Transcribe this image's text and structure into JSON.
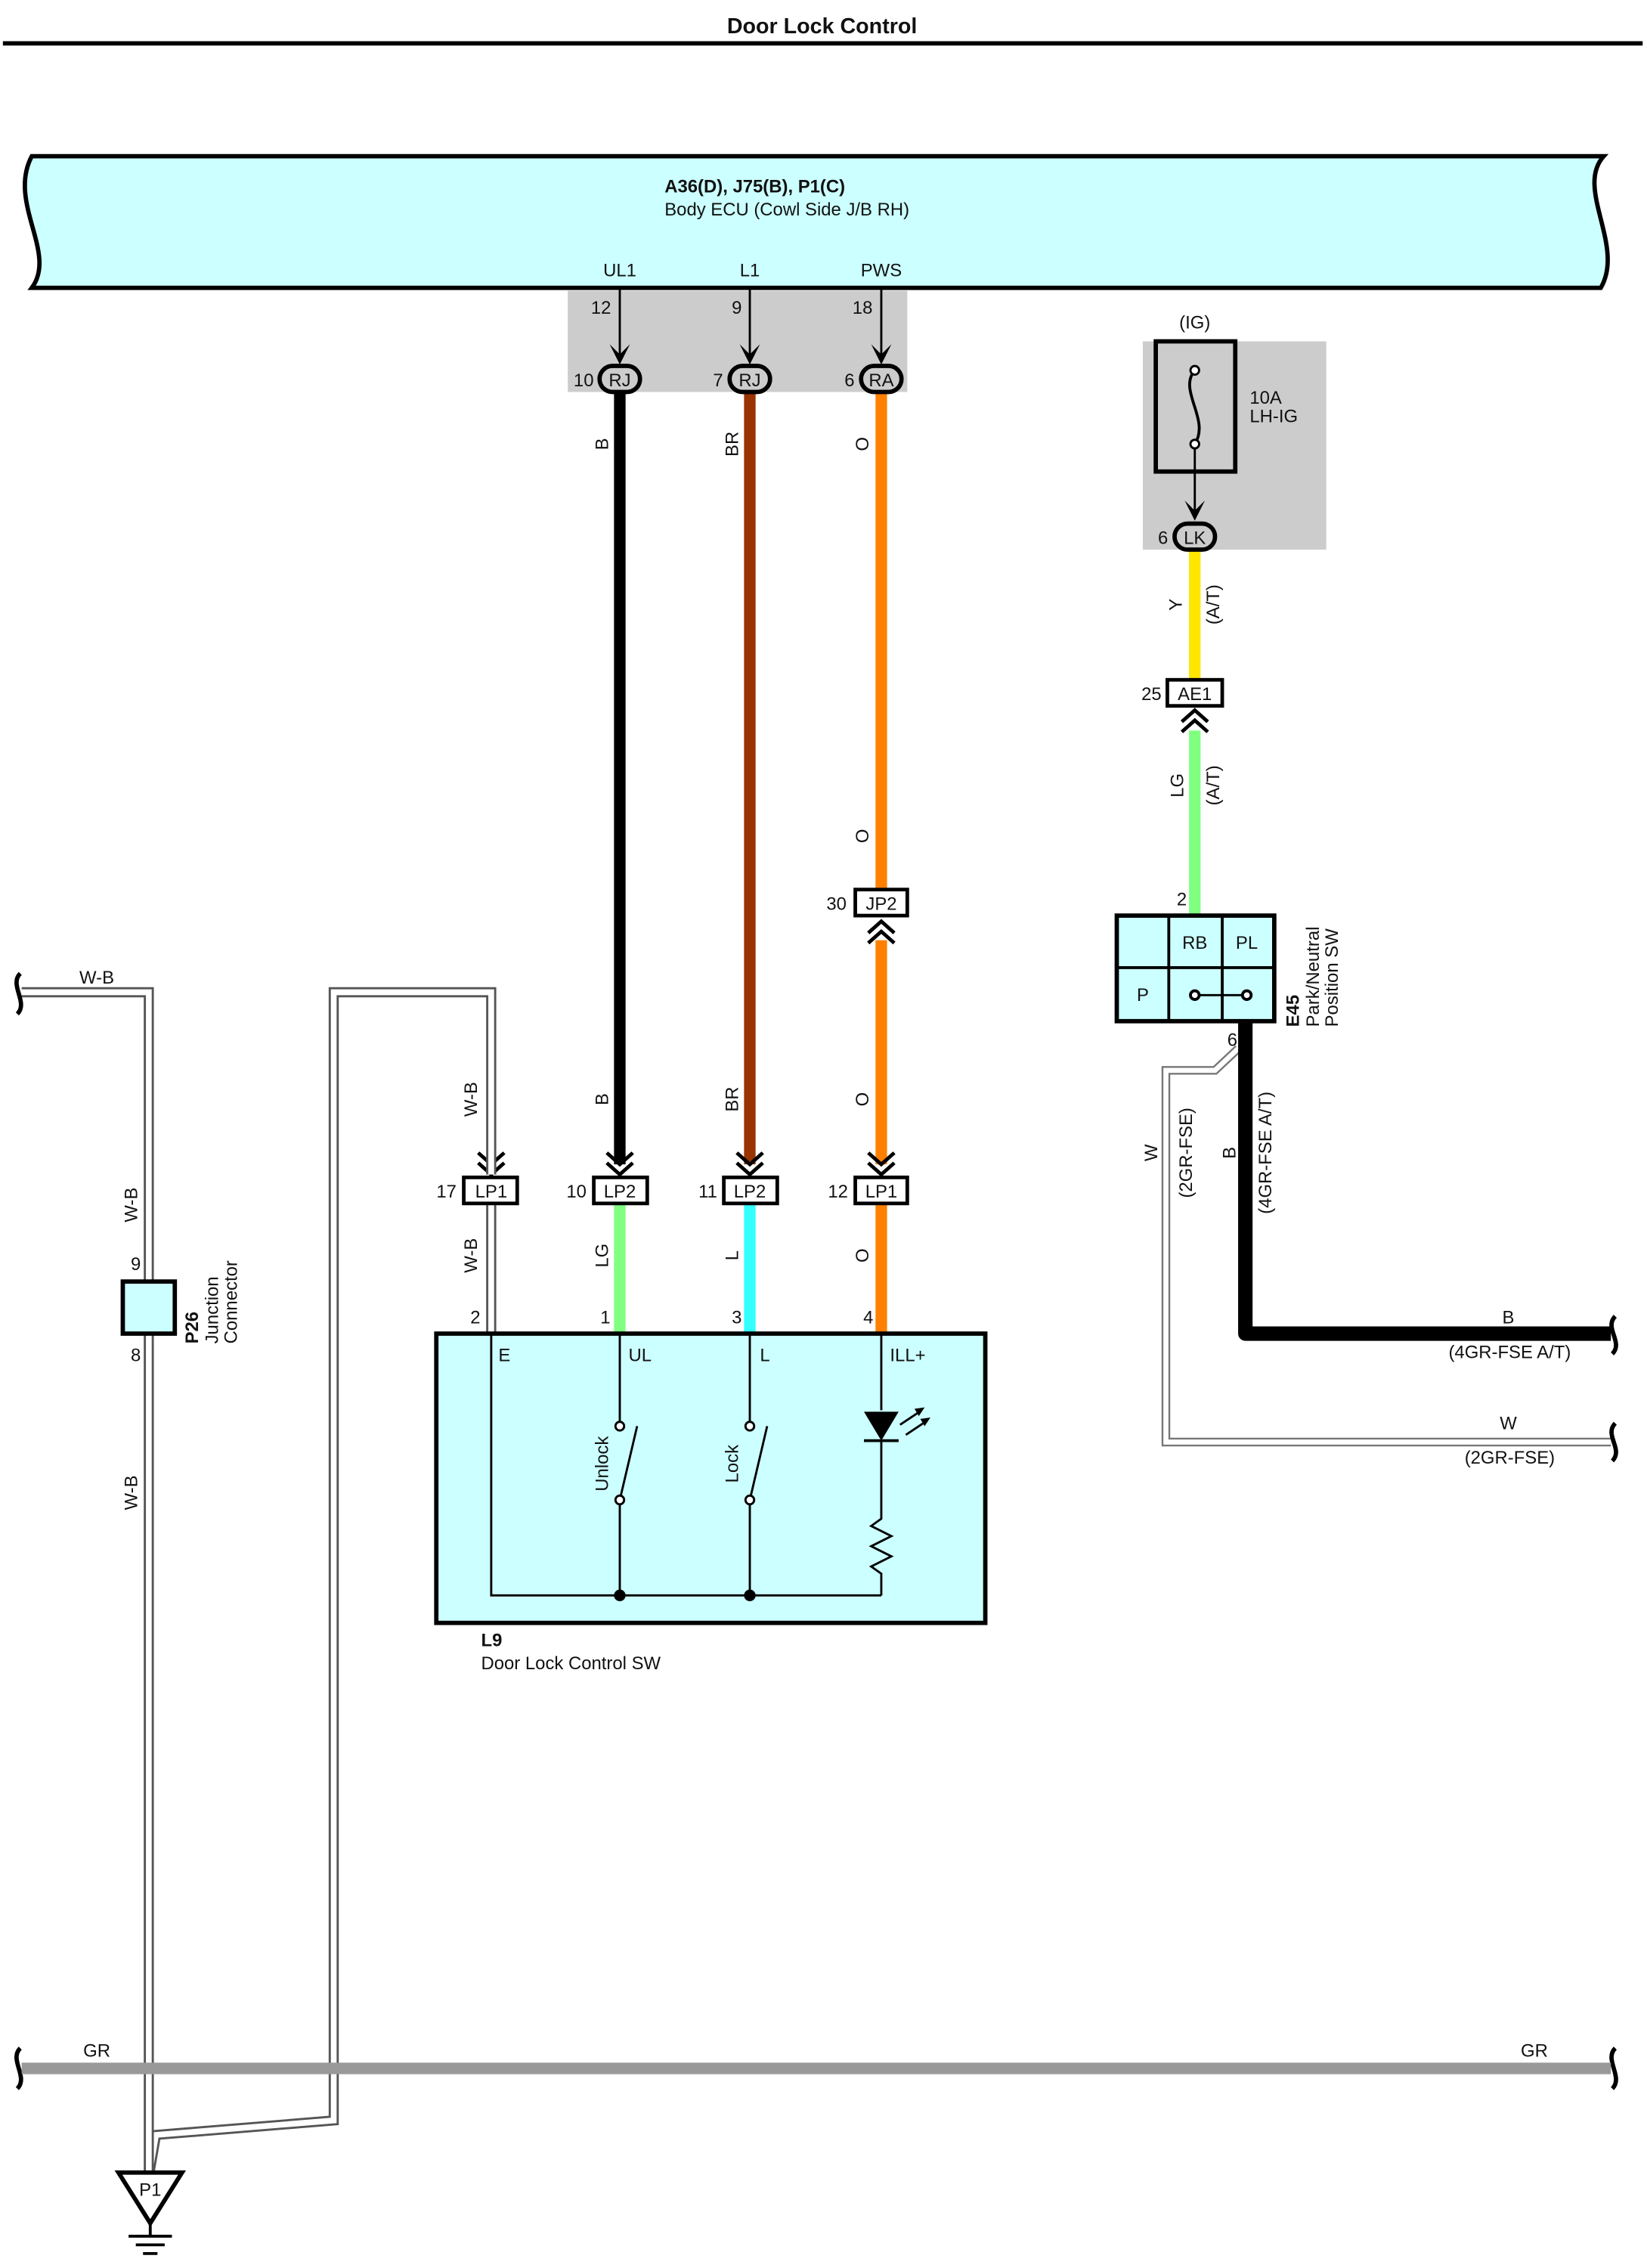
{
  "title": "Door Lock Control",
  "colors": {
    "ecu_fill": "#ccffff",
    "black": "#000000",
    "brown": "#993300",
    "orange": "#ff8000",
    "yellow": "#ffe600",
    "light_green": "#80ff80",
    "cyan": "#33ffff",
    "ground_gray": "#999999",
    "shade": "#cccccc"
  },
  "ecu": {
    "connectors": "A36(D), J75(B), P1(C)",
    "name": "Body ECU (Cowl Side J/B RH)",
    "pins": [
      {
        "name": "UL1",
        "num": "12",
        "conn": "RJ",
        "conn_pin": "10",
        "wire": "B"
      },
      {
        "name": "L1",
        "num": "9",
        "conn": "RJ",
        "conn_pin": "7",
        "wire": "BR"
      },
      {
        "name": "PWS",
        "num": "18",
        "conn": "RA",
        "conn_pin": "6",
        "wire": "O"
      }
    ]
  },
  "fuse": {
    "group": "(IG)",
    "rating": "10A",
    "name": "LH-IG",
    "conn": "LK",
    "conn_pin": "6"
  },
  "jp2": {
    "name": "JP2",
    "pin": "30",
    "wire": "O"
  },
  "ae1": {
    "name": "AE1",
    "pin": "25",
    "wire_top": "Y",
    "wire_bottom": "LG",
    "note": "(A/T)"
  },
  "lp": [
    {
      "name": "LP1",
      "pin": "17",
      "wire_top": "W-B",
      "wire_bottom": "W-B"
    },
    {
      "name": "LP2",
      "pin": "10",
      "wire_top": "B",
      "wire_bottom": "LG"
    },
    {
      "name": "LP2",
      "pin": "11",
      "wire_top": "BR",
      "wire_bottom": "L"
    },
    {
      "name": "LP1",
      "pin": "12",
      "wire_top": "O",
      "wire_bottom": "O"
    }
  ],
  "l9": {
    "code": "L9",
    "name": "Door Lock Control SW",
    "pins": [
      {
        "num": "2",
        "name": "E"
      },
      {
        "num": "1",
        "name": "UL"
      },
      {
        "num": "3",
        "name": "L"
      },
      {
        "num": "4",
        "name": "ILL+"
      }
    ],
    "switches": [
      "Unlock",
      "Lock"
    ]
  },
  "e45": {
    "code": "E45",
    "name_line1": "Park/Neutral",
    "name_line2": "Position SW",
    "cells": [
      "RB",
      "PL",
      "P"
    ],
    "pin_top": "2",
    "pin_bottom": "6"
  },
  "e45_out": {
    "b_wire": "B",
    "b_note": "(4GR-FSE A/T)",
    "w_wire": "W",
    "w_note": "(2GR-FSE)"
  },
  "left": {
    "wire": "W-B",
    "p26_code": "P26",
    "p26_line1": "Junction",
    "p26_line2": "Connector",
    "p26_pin_top": "9",
    "p26_pin_bottom": "8"
  },
  "ground": {
    "wire": "GR",
    "point": "P1"
  }
}
